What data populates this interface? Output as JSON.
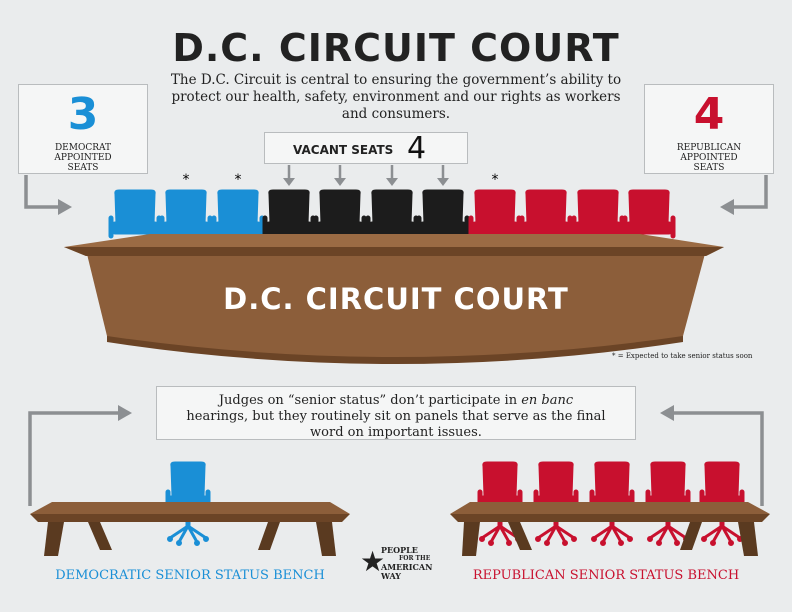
{
  "header": {
    "title": "D.C. CIRCUIT COURT",
    "subtitle": "The D.C. Circuit is central to ensuring the government’s ability to protect our health, safety, environment and our rights as workers and consumers."
  },
  "democrat": {
    "count": "3",
    "label_line1": "DEMOCRAT",
    "label_line2": "APPOINTED",
    "label_line3": "SEATS",
    "color": "#1a8fd6",
    "seats": 3
  },
  "republican": {
    "count": "4",
    "label_line1": "REPUBLICAN",
    "label_line2": "APPOINTED",
    "label_line3": "SEATS",
    "color": "#c8102e",
    "seats": 4
  },
  "vacant": {
    "label": "VACANT SEATS",
    "count": "4",
    "color": "#1c1c1c",
    "seats": 4
  },
  "bench": {
    "label": "D.C. CIRCUIT COURT",
    "color": "#8c5e3a"
  },
  "senior_status": {
    "asterisk": "*",
    "note": "* = Expected to take senior status soon"
  },
  "info": {
    "line1_pre": "Judges on “senior status” don’t participate in ",
    "line1_em": "en banc",
    "line2": "hearings, but they routinely sit on panels that serve as the final",
    "line3": "word on important issues."
  },
  "dem_senior_bench": {
    "label": "DEMOCRATIC SENIOR STATUS BENCH",
    "chairs": 1
  },
  "rep_senior_bench": {
    "label": "REPUBLICAN SENIOR STATUS BENCH",
    "chairs": 5
  },
  "logo": {
    "line1": "PEOPLE",
    "line2": "FOR THE",
    "line3": "AMERICAN",
    "line4": "WAY"
  }
}
